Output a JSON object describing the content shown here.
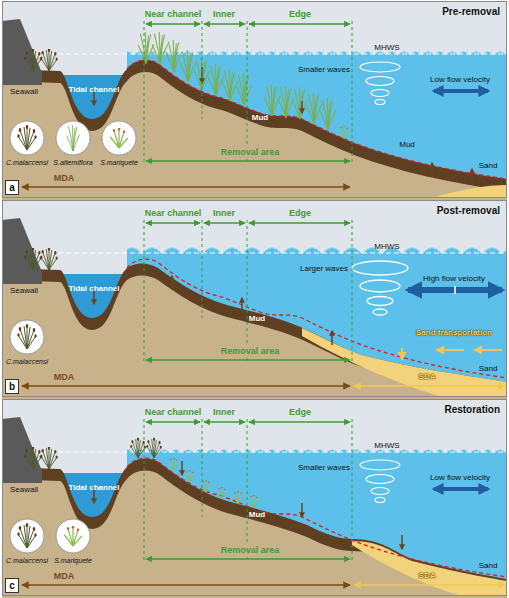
{
  "diagram": {
    "nodes": [
      {
        "text": [
          "Pre-removal"
        ]
      },
      {
        "text": [
          "a"
        ],
        "in": 0
      },
      {
        "text": [
          "C.malaccensi"
        ],
        "in": 0
      },
      {
        "text": [
          "S.alterniflora"
        ],
        "in": 0
      },
      {
        "text": [
          "S.mariquete"
        ],
        "in": 0
      },
      {
        "text": [
          "Post-removal"
        ]
      },
      {
        "text": [
          "b"
        ],
        "in": 5
      },
      {
        "text": [
          "C.malaccensi"
        ],
        "in": 5
      },
      {
        "text": [
          "Restoration"
        ]
      },
      {
        "text": [
          "c"
        ],
        "in": 8
      },
      {
        "text": [
          "C.malaccensi"
        ],
        "in": 8
      },
      {
        "text": [
          "S.mariquete"
        ],
        "in": 8
      }
    ],
    "labels": [
      "Near channel",
      "Inner",
      "Edge",
      "MHWS",
      "Seawall",
      "Tidal channel",
      "Smaller waves",
      "Low flow velocity",
      "Mud",
      "Mud",
      "Sand",
      "Removal area",
      "MDA",
      "Near channel",
      "Inner",
      "Edge",
      "MHWS",
      "Seawall",
      "Tidal channel",
      "Larger waves",
      "High flow velocity",
      "Mud",
      "Sand transportation",
      "Sand",
      "Removal area",
      "MDA",
      "SDA",
      "Near channel",
      "Inner",
      "Edge",
      "MHWS",
      "Seawall",
      "Tidal channel",
      "Smaller waves",
      "Low flow velocity",
      "Mud",
      "Sand",
      "Removal area",
      "MDA",
      "SDA"
    ]
  }
}
